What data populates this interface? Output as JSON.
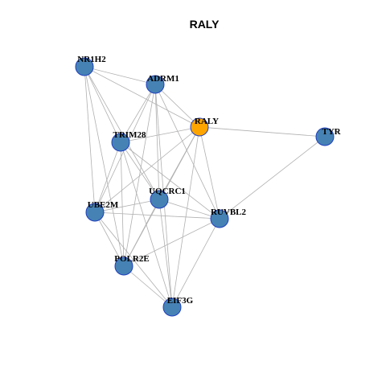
{
  "title": "RALY",
  "colors": {
    "default_node": "#4682b4",
    "highlight_node": "#ffa500",
    "node_border": "#1f3fbf",
    "edge": "#b0b0b0",
    "background": "#ffffff"
  },
  "nodes": [
    {
      "id": "NR1H2",
      "label": "NR1H2",
      "highlight": false
    },
    {
      "id": "ADRM1",
      "label": "ADRM1",
      "highlight": false
    },
    {
      "id": "RALY",
      "label": "RALY",
      "highlight": true
    },
    {
      "id": "TYR",
      "label": "TYR",
      "highlight": false
    },
    {
      "id": "TRIM28",
      "label": "TRIM28",
      "highlight": false
    },
    {
      "id": "UQCRC1",
      "label": "UQCRC1",
      "highlight": false
    },
    {
      "id": "UBE2M",
      "label": "UBE2M",
      "highlight": false
    },
    {
      "id": "RUVBL2",
      "label": "RUVBL2",
      "highlight": false
    },
    {
      "id": "POLR2E",
      "label": "POLR2E",
      "highlight": false
    },
    {
      "id": "EIF3G",
      "label": "EIF3G",
      "highlight": false
    }
  ],
  "edges": [
    [
      "NR1H2",
      "ADRM1"
    ],
    [
      "NR1H2",
      "RALY"
    ],
    [
      "NR1H2",
      "TRIM28"
    ],
    [
      "NR1H2",
      "UBE2M"
    ],
    [
      "NR1H2",
      "UQCRC1"
    ],
    [
      "NR1H2",
      "POLR2E"
    ],
    [
      "ADRM1",
      "RALY"
    ],
    [
      "ADRM1",
      "TRIM28"
    ],
    [
      "ADRM1",
      "UBE2M"
    ],
    [
      "ADRM1",
      "UQCRC1"
    ],
    [
      "ADRM1",
      "RUVBL2"
    ],
    [
      "ADRM1",
      "POLR2E"
    ],
    [
      "ADRM1",
      "EIF3G"
    ],
    [
      "RALY",
      "TYR"
    ],
    [
      "RALY",
      "TRIM28"
    ],
    [
      "RALY",
      "UBE2M"
    ],
    [
      "RALY",
      "UQCRC1"
    ],
    [
      "RALY",
      "RUVBL2"
    ],
    [
      "RALY",
      "POLR2E"
    ],
    [
      "RALY",
      "EIF3G"
    ],
    [
      "TYR",
      "RUVBL2"
    ],
    [
      "TRIM28",
      "UBE2M"
    ],
    [
      "TRIM28",
      "UQCRC1"
    ],
    [
      "TRIM28",
      "RUVBL2"
    ],
    [
      "TRIM28",
      "POLR2E"
    ],
    [
      "TRIM28",
      "EIF3G"
    ],
    [
      "UQCRC1",
      "UBE2M"
    ],
    [
      "UQCRC1",
      "RUVBL2"
    ],
    [
      "UQCRC1",
      "POLR2E"
    ],
    [
      "UQCRC1",
      "EIF3G"
    ],
    [
      "UBE2M",
      "RUVBL2"
    ],
    [
      "UBE2M",
      "POLR2E"
    ],
    [
      "UBE2M",
      "EIF3G"
    ],
    [
      "RUVBL2",
      "POLR2E"
    ],
    [
      "RUVBL2",
      "EIF3G"
    ],
    [
      "POLR2E",
      "EIF3G"
    ]
  ]
}
